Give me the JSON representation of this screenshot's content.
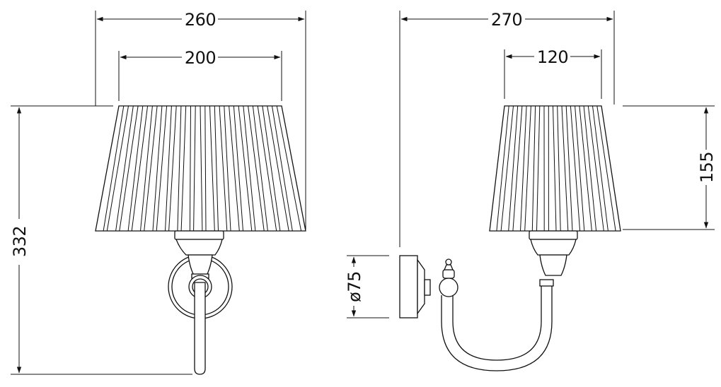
{
  "dimensions": {
    "front_total_width": "260",
    "front_shade_top_width": "200",
    "front_total_height": "332",
    "side_total_depth": "270",
    "side_shade_top_width": "120",
    "side_shade_height": "155",
    "backplate_diameter": "ø75"
  },
  "colors": {
    "line": "#111111",
    "background": "#ffffff"
  }
}
